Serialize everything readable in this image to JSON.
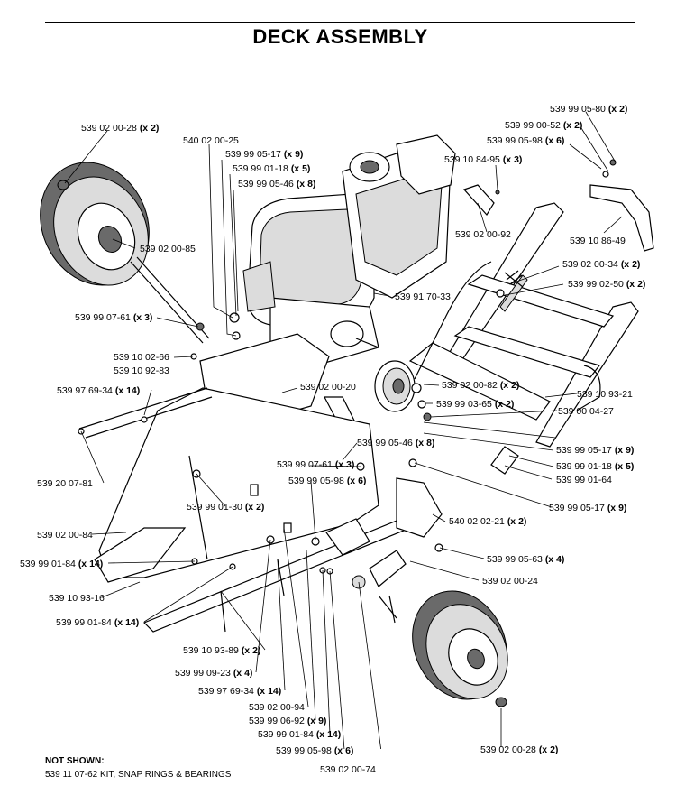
{
  "title": "DECK ASSEMBLY",
  "labels": [
    {
      "id": "l1",
      "part": "539 99 05-80",
      "qty": "(x 2)"
    },
    {
      "id": "l2",
      "part": "539 99 00-52",
      "qty": "(x 2)"
    },
    {
      "id": "l3",
      "part": "539 99 05-98",
      "qty": "(x 6)"
    },
    {
      "id": "l4",
      "part": "539 02 00-28",
      "qty": "(x 2)"
    },
    {
      "id": "l5",
      "part": "540 02 00-25",
      "qty": ""
    },
    {
      "id": "l6",
      "part": "539 99 05-17",
      "qty": "(x 9)"
    },
    {
      "id": "l7",
      "part": "539 99 01-18",
      "qty": "(x 5)"
    },
    {
      "id": "l8",
      "part": "539 99 05-46",
      "qty": "(x 8)"
    },
    {
      "id": "l9",
      "part": "539 10 84-95",
      "qty": "(x 3)"
    },
    {
      "id": "l10",
      "part": "539 02 00-92",
      "qty": ""
    },
    {
      "id": "l11",
      "part": "539 02 00-85",
      "qty": ""
    },
    {
      "id": "l12",
      "part": "539 10 86-49",
      "qty": ""
    },
    {
      "id": "l13",
      "part": "539 02 00-34",
      "qty": "(x 2)"
    },
    {
      "id": "l14",
      "part": "539 99 02-50",
      "qty": "(x 2)"
    },
    {
      "id": "l15",
      "part": "539 91 70-33",
      "qty": ""
    },
    {
      "id": "l16",
      "part": "539 99 07-61",
      "qty": "(x 3)"
    },
    {
      "id": "l17",
      "part": "539 10 02-66",
      "qty": ""
    },
    {
      "id": "l18",
      "part": "539 10 92-83",
      "qty": ""
    },
    {
      "id": "l19",
      "part": "539 02 00-82",
      "qty": "(x 2)"
    },
    {
      "id": "l20",
      "part": "539 97 69-34",
      "qty": "(x 14)"
    },
    {
      "id": "l21",
      "part": "539 02 00-20",
      "qty": ""
    },
    {
      "id": "l22",
      "part": "539 99 03-65",
      "qty": "(x 2)"
    },
    {
      "id": "l23",
      "part": "539 10 93-21",
      "qty": ""
    },
    {
      "id": "l24",
      "part": "539 00 04-27",
      "qty": ""
    },
    {
      "id": "l25",
      "part": "539 99 05-46",
      "qty": "(x 8)"
    },
    {
      "id": "l26",
      "part": "539 99 05-17",
      "qty": "(x 9)"
    },
    {
      "id": "l27",
      "part": "539 20 07-81",
      "qty": ""
    },
    {
      "id": "l28",
      "part": "539 99 07-61",
      "qty": "(x 3)"
    },
    {
      "id": "l29",
      "part": "539 99 01-18",
      "qty": "(x 5)"
    },
    {
      "id": "l30",
      "part": "539 99 05-98",
      "qty": "(x 6)"
    },
    {
      "id": "l31",
      "part": "539 99 01-64",
      "qty": ""
    },
    {
      "id": "l32",
      "part": "539 99 01-30",
      "qty": "(x 2)"
    },
    {
      "id": "l33",
      "part": "539 99 05-17",
      "qty": "(x 9)"
    },
    {
      "id": "l34",
      "part": "539 02 00-84",
      "qty": ""
    },
    {
      "id": "l35",
      "part": "540 02 02-21",
      "qty": "(x 2)"
    },
    {
      "id": "l36",
      "part": "539 99 01-84",
      "qty": "(x 14)"
    },
    {
      "id": "l37",
      "part": "539 99 05-63",
      "qty": "(x 4)"
    },
    {
      "id": "l38",
      "part": "539 10 93-16",
      "qty": ""
    },
    {
      "id": "l39",
      "part": "539 02 00-24",
      "qty": ""
    },
    {
      "id": "l40",
      "part": "539 99 01-84",
      "qty": "(x 14)"
    },
    {
      "id": "l41",
      "part": "539 10 93-89",
      "qty": "(x 2)"
    },
    {
      "id": "l42",
      "part": "539 99 09-23",
      "qty": "(x 4)"
    },
    {
      "id": "l43",
      "part": "539 97 69-34",
      "qty": "(x 14)"
    },
    {
      "id": "l44",
      "part": "539 02 00-94",
      "qty": ""
    },
    {
      "id": "l45",
      "part": "539 99 06-92",
      "qty": "(x 9)"
    },
    {
      "id": "l46",
      "part": "539 99 01-84",
      "qty": "(x 14)"
    },
    {
      "id": "l47",
      "part": "539 99 05-98",
      "qty": "(x 6)"
    },
    {
      "id": "l48",
      "part": "539 02 00-28",
      "qty": "(x 2)"
    },
    {
      "id": "l49",
      "part": "539 02 00-74",
      "qty": ""
    }
  ],
  "not_shown": {
    "heading": "NOT SHOWN:",
    "item": "539 11 07-62  KIT, SNAP RINGS & BEARINGS"
  }
}
